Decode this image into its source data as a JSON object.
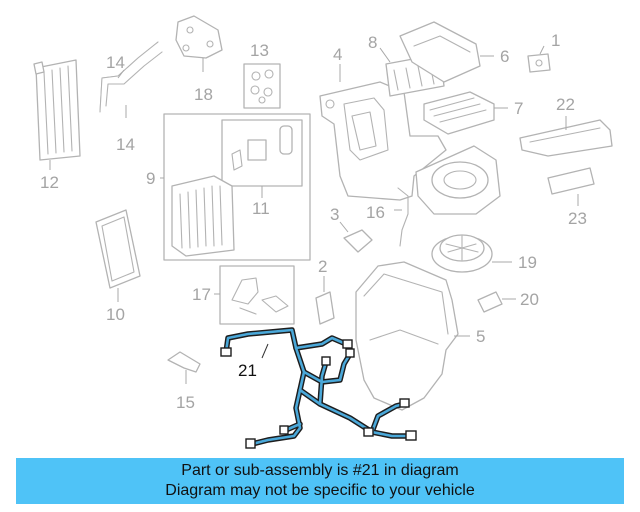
{
  "callouts": [
    {
      "id": "1",
      "label": "1"
    },
    {
      "id": "2",
      "label": "2"
    },
    {
      "id": "3",
      "label": "3"
    },
    {
      "id": "4",
      "label": "4"
    },
    {
      "id": "5",
      "label": "5"
    },
    {
      "id": "6",
      "label": "6"
    },
    {
      "id": "7",
      "label": "7"
    },
    {
      "id": "8",
      "label": "8"
    },
    {
      "id": "9",
      "label": "9"
    },
    {
      "id": "10",
      "label": "10"
    },
    {
      "id": "11",
      "label": "11"
    },
    {
      "id": "12",
      "label": "12"
    },
    {
      "id": "13",
      "label": "13"
    },
    {
      "id": "14a",
      "label": "14"
    },
    {
      "id": "14b",
      "label": "14"
    },
    {
      "id": "15",
      "label": "15"
    },
    {
      "id": "16",
      "label": "16"
    },
    {
      "id": "17",
      "label": "17"
    },
    {
      "id": "18",
      "label": "18"
    },
    {
      "id": "19",
      "label": "19"
    },
    {
      "id": "20",
      "label": "20"
    },
    {
      "id": "21",
      "label": "21"
    },
    {
      "id": "22",
      "label": "22"
    },
    {
      "id": "23",
      "label": "23"
    }
  ],
  "highlighted_part": "21",
  "colors": {
    "banner": "#4fc3f7",
    "highlight_wire": "#4aa8d9",
    "parts": "#b3b3b3"
  },
  "banner": {
    "line1": "Part or sub-assembly is #21 in diagram",
    "line2": "Diagram may not be specific to your vehicle"
  }
}
